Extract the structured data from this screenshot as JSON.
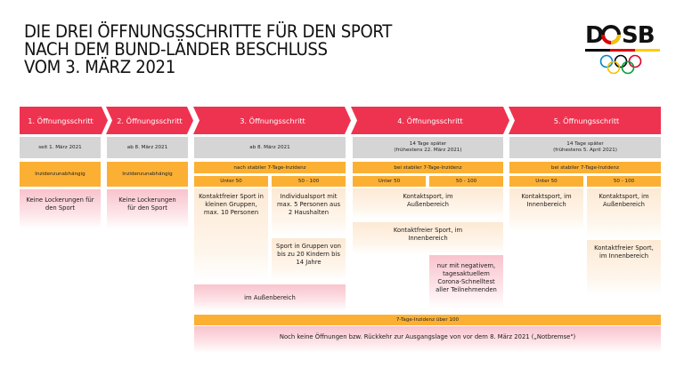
{
  "title": {
    "lines": [
      "DIE DREI ÖFFNUNGSSCHRITTE FÜR DEN SPORT",
      "NACH DEM BUND-LÄNDER BESCHLUSS",
      "VOM 3. MÄRZ 2021"
    ]
  },
  "logo": {
    "text": "DOSB",
    "stripe_colors": [
      "#000000",
      "#dd0000",
      "#ffce00"
    ],
    "rings_colors": [
      "#0085c7",
      "#000000",
      "#df0024",
      "#f4c300",
      "#009f3d"
    ]
  },
  "colors": {
    "header_red": "#ee3350",
    "date_gray": "#d5d5d5",
    "incidence_orange": "#fbb034",
    "cream": "#fde9d4",
    "pink": "#f9c3cd"
  },
  "steps": [
    {
      "label": "1. Öffnungsschritt",
      "date": "seit 1. März 2021",
      "condition": "Inzidenzunabhängig",
      "rules": [
        "Keine Lockerungen für den Sport"
      ]
    },
    {
      "label": "2. Öffnungsschritt",
      "date": "ab 8. März 2021",
      "condition": "Inzidenzunabhängig",
      "rules": [
        "Keine Lockerungen für den Sport"
      ]
    },
    {
      "label": "3. Öffnungsschritt",
      "date": "ab 8. März 2021",
      "condition": "nach stabiler 7-Tage-Inzidenz",
      "bands": [
        {
          "label": "Unter 50",
          "rules": [
            "Kontaktfreier Sport in kleinen Gruppen, max. 10 Personen"
          ]
        },
        {
          "label": "50 - 100",
          "rules": [
            "Individualsport mit max. 5 Personen aus 2 Haushalten",
            "Sport in Gruppen von bis zu 20 Kindern bis 14 Jahre"
          ]
        }
      ],
      "footer": "im Außenbereich"
    },
    {
      "label": "4. Öffnungsschritt",
      "date_line1": "14 Tage später",
      "date_line2": "(frühestens 22. März 2021)",
      "condition": "bei stabiler 7-Tage-Inzidenz",
      "bands": [
        {
          "label": "Unter 50"
        },
        {
          "label": "50 - 100"
        }
      ],
      "shared_rules": [
        "Kontaktsport, im Außenbereich",
        "Kontaktfreier Sport, im Innenbereich"
      ],
      "note": "nur mit negativem, tagesaktuellem Corona-Schnelltest aller Teilnehmenden"
    },
    {
      "label": "5. Öffnungsschritt",
      "date_line1": "14 Tage später",
      "date_line2": "(frühestens 5. April 2021)",
      "condition": "bei stabiler 7-Tage-Inzidenz",
      "bands": [
        {
          "label": "Unter 50",
          "rules": [
            "Kontaktsport, im Innenbereich"
          ]
        },
        {
          "label": "50 - 100",
          "rules": [
            "Kontaktsport, im Außenbereich",
            "Kontaktfreier Sport, im Innenbereich"
          ]
        }
      ]
    }
  ],
  "emergency": {
    "condition": "7-Tage-Inzidenz über 100",
    "text": "Noch keine Öffnungen bzw.  Rückkehr zur Ausgangslage von vor dem 8. März 2021 („Notbremse\")"
  }
}
